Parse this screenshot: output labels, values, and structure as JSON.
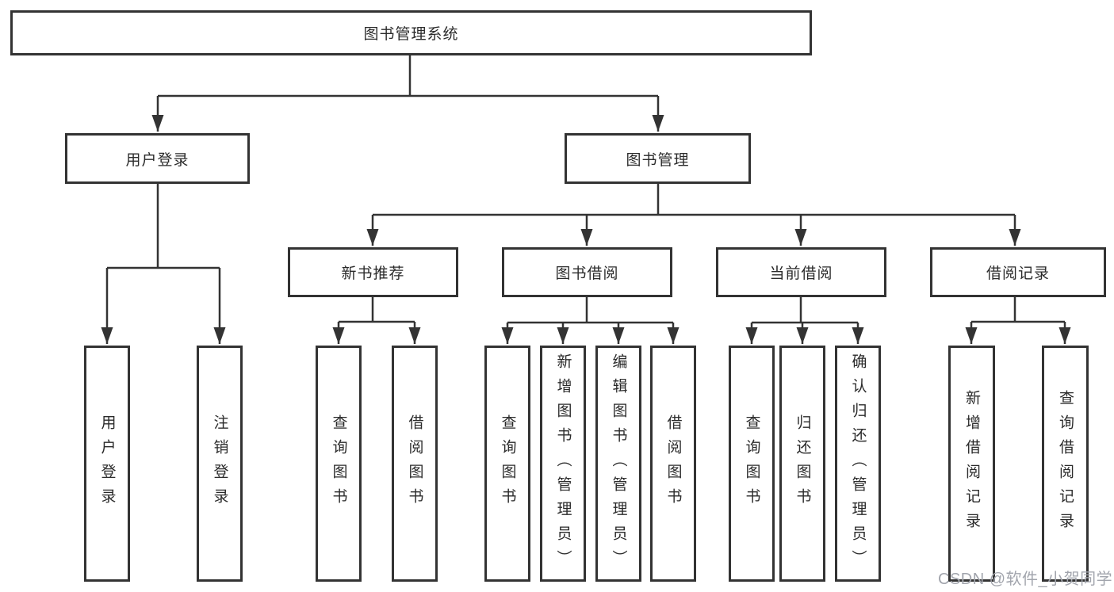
{
  "diagram": {
    "root": {
      "label": "图书管理系统"
    },
    "level2": [
      {
        "label": "用户登录"
      },
      {
        "label": "图书管理"
      }
    ],
    "level3": [
      {
        "label": "新书推荐"
      },
      {
        "label": "图书借阅"
      },
      {
        "label": "当前借阅"
      },
      {
        "label": "借阅记录"
      }
    ],
    "leaves": [
      {
        "label": "用户登录",
        "parent": "用户登录"
      },
      {
        "label": "注销登录",
        "parent": "用户登录"
      },
      {
        "label": "查询图书",
        "parent": "新书推荐"
      },
      {
        "label": "借阅图书",
        "parent": "新书推荐"
      },
      {
        "label": "查询图书",
        "parent": "图书借阅"
      },
      {
        "label": "新增图书（管理员）",
        "parent": "图书借阅"
      },
      {
        "label": "编辑图书（管理员）",
        "parent": "图书借阅"
      },
      {
        "label": "借阅图书",
        "parent": "图书借阅"
      },
      {
        "label": "查询图书",
        "parent": "当前借阅"
      },
      {
        "label": "归还图书",
        "parent": "当前借阅"
      },
      {
        "label": "确认归还（管理员）",
        "parent": "当前借阅"
      },
      {
        "label": "新增借阅记录",
        "parent": "借阅记录"
      },
      {
        "label": "查询借阅记录",
        "parent": "借阅记录"
      }
    ]
  },
  "watermark": {
    "text": "CSDN @软件_小贺同学"
  },
  "colors": {
    "line": "#333333",
    "box_border": "#333333",
    "text": "#2b2b2b",
    "background": "#ffffff",
    "watermark": "#a2a5ad"
  }
}
